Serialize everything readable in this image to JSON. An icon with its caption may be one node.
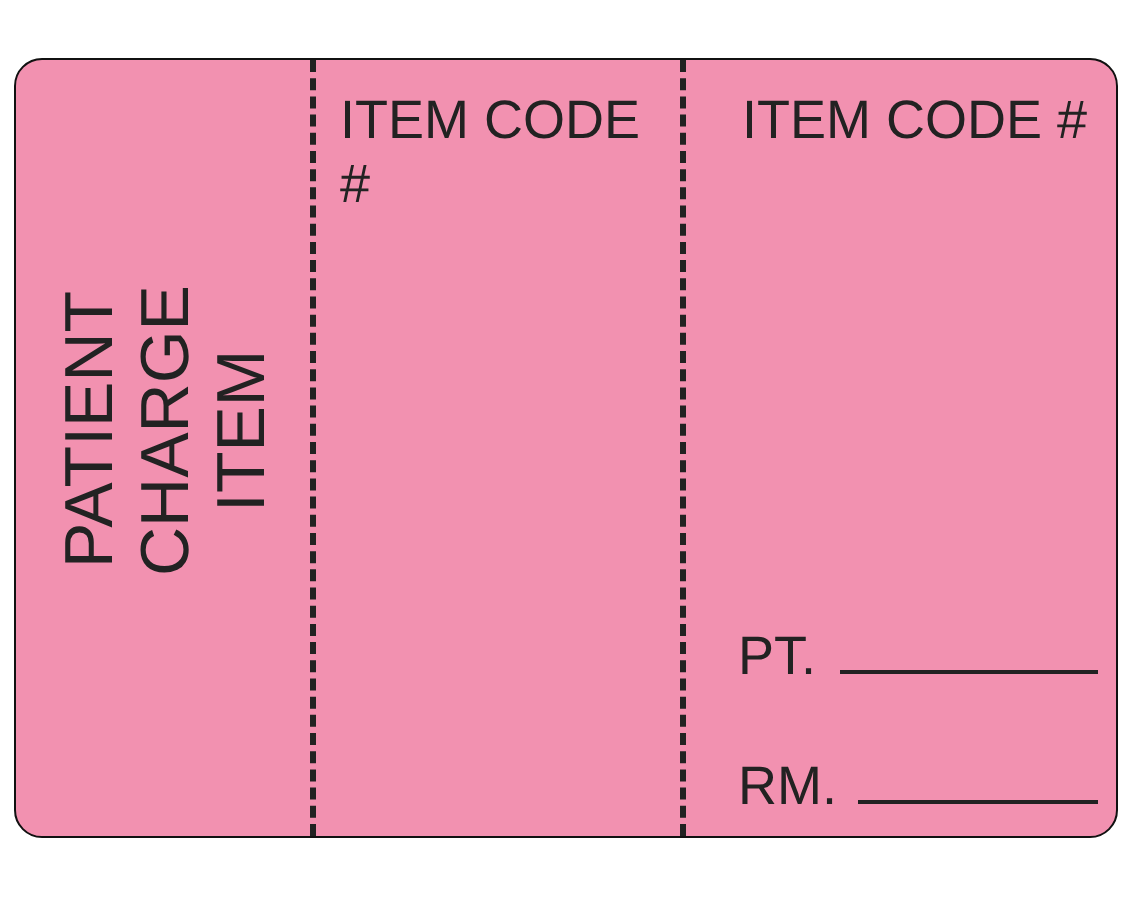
{
  "diagram": {
    "nodes": [
      {
        "text": [
          "PATIENT CHARGE ITEM"
        ]
      },
      {
        "text": [
          "ITEM CODE #"
        ]
      },
      {
        "text": [
          "ITEM CODE #"
        ]
      }
    ],
    "labels": [
      "PT.",
      "RM."
    ]
  }
}
